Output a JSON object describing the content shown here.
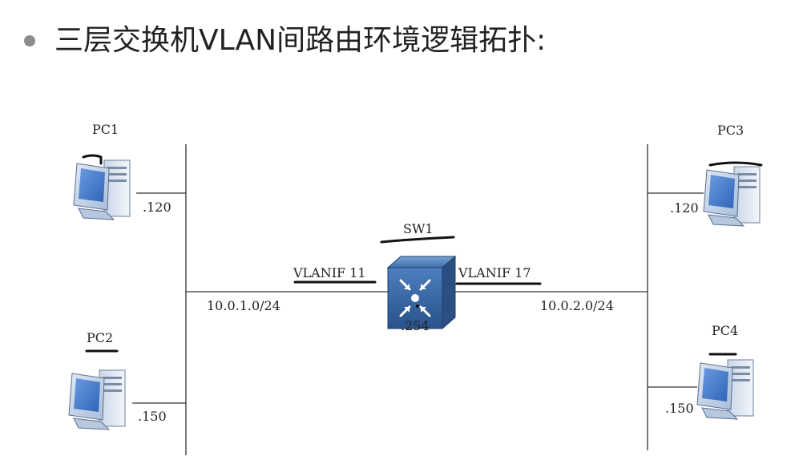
{
  "title": "三层交换机VLAN间路由环境逻辑拓扑:",
  "pcs": [
    {
      "label": "PC1",
      "ip": ".120"
    },
    {
      "label": "PC2",
      "ip": ".150"
    },
    {
      "label": "PC3",
      "ip": ".120"
    },
    {
      "label": "PC4",
      "ip": ".150"
    }
  ],
  "switch": {
    "label": "SW1",
    "ip": ".254"
  },
  "vlanif_left": "VLANIF 11",
  "vlanif_right": "VLANIF 17",
  "subnet_left": "10.0.1.0/24",
  "subnet_right": "10.0.2.0/24",
  "colors": {
    "line": "#333333",
    "switch": "#2f5a8a",
    "pc": "#4a6fa5",
    "ink": "#111111"
  }
}
